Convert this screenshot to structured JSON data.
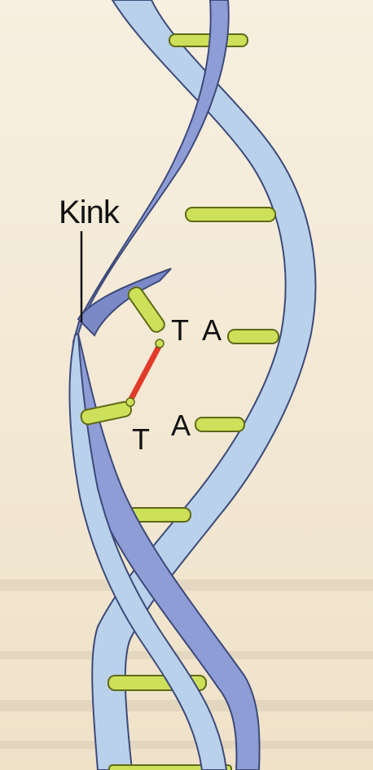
{
  "diagram": {
    "kink_label": "Kink",
    "bases": {
      "upper_left": "T",
      "upper_right": "A",
      "lower_left": "T",
      "lower_right": "A"
    }
  },
  "colors": {
    "background": "#f3e9d6",
    "strand_dark": "#8f9dd6",
    "strand_light": "#b9d1ea",
    "strand_edge": "#3d4a7a",
    "base_pair": "#cde05a",
    "base_pair_edge": "#5f6a16",
    "thymine_dimer_bond": "#e03a2b"
  }
}
